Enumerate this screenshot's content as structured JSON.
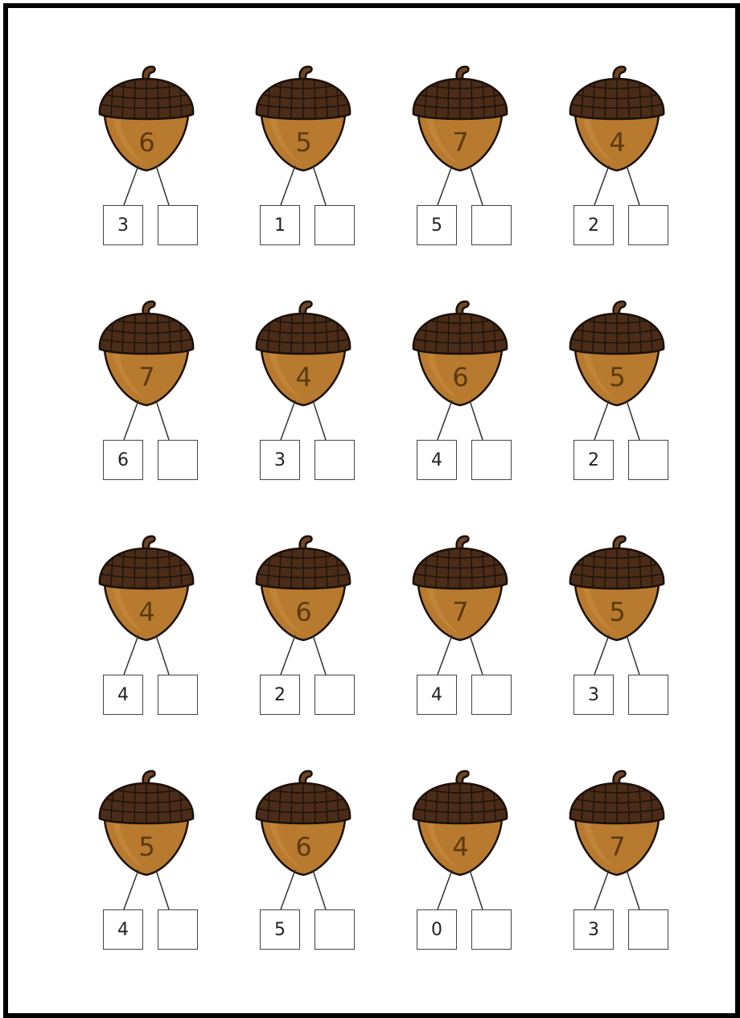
{
  "colors": {
    "cap_dark": "#4a2c18",
    "cap_mid": "#6e4526",
    "nut": "#b87a2e",
    "nut_highlight": "#d49a4a",
    "outline": "#1a1008"
  },
  "bonds": [
    {
      "whole": "6",
      "part": "3",
      "missing": ""
    },
    {
      "whole": "5",
      "part": "1",
      "missing": ""
    },
    {
      "whole": "7",
      "part": "5",
      "missing": ""
    },
    {
      "whole": "4",
      "part": "2",
      "missing": ""
    },
    {
      "whole": "7",
      "part": "6",
      "missing": ""
    },
    {
      "whole": "4",
      "part": "3",
      "missing": ""
    },
    {
      "whole": "6",
      "part": "4",
      "missing": ""
    },
    {
      "whole": "5",
      "part": "2",
      "missing": ""
    },
    {
      "whole": "4",
      "part": "4",
      "missing": ""
    },
    {
      "whole": "6",
      "part": "2",
      "missing": ""
    },
    {
      "whole": "7",
      "part": "4",
      "missing": ""
    },
    {
      "whole": "5",
      "part": "3",
      "missing": ""
    },
    {
      "whole": "5",
      "part": "4",
      "missing": ""
    },
    {
      "whole": "6",
      "part": "5",
      "missing": ""
    },
    {
      "whole": "4",
      "part": "0",
      "missing": ""
    },
    {
      "whole": "7",
      "part": "3",
      "missing": ""
    }
  ]
}
